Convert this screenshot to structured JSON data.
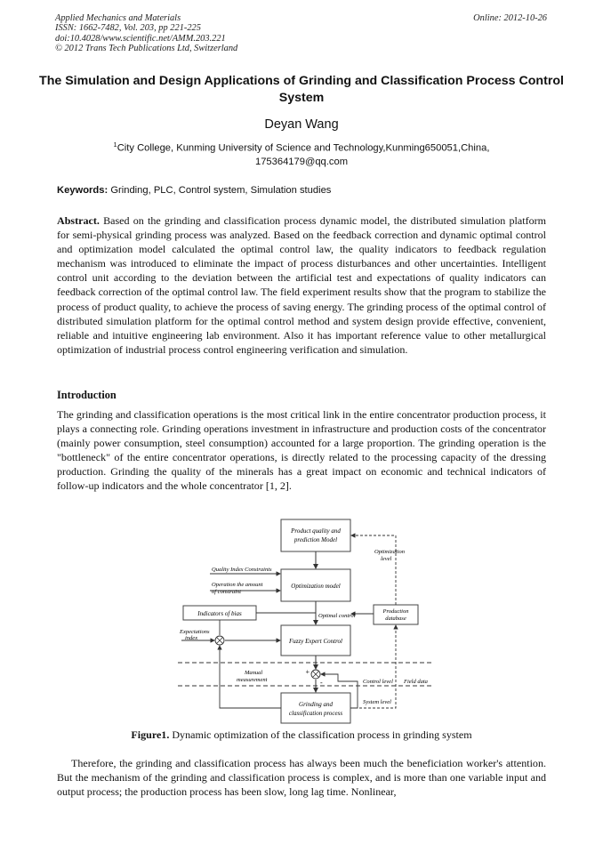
{
  "header": {
    "journal": "Applied Mechanics and Materials",
    "issn": "ISSN: 1662-7482, Vol. 203, pp 221-225",
    "doi": "doi:10.4028/www.scientific.net/AMM.203.221",
    "copyright": "© 2012 Trans Tech Publications Ltd, Switzerland",
    "online": "Online: 2012-10-26"
  },
  "paper": {
    "title": "The Simulation and Design Applications of Grinding and Classification Process Control System",
    "author": "Deyan Wang",
    "affil_sup": "1",
    "affiliation": "City College, Kunming University of  Science and Technology,Kunming650051,China,",
    "email": "175364179@qq.com",
    "keywords_label": "Keywords:",
    "keywords": "Grinding, PLC, Control system, Simulation studies",
    "abstract_label": "Abstract.",
    "abstract": "Based on the grinding and classification process dynamic model, the distributed simulation platform for semi-physical grinding process was analyzed. Based on the feedback correction and dynamic optimal control and optimization model calculated the optimal control law, the quality indicators to feedback regulation mechanism was introduced to eliminate the impact of process disturbances and other uncertainties. Intelligent control unit according to the deviation between the artificial test and expectations of quality indicators can feedback correction of the optimal control law. The field experiment results show that the program to stabilize the process of product quality, to achieve the process of saving energy. The grinding process of the optimal control of distributed simulation platform for the optimal control method and system design provide effective, convenient, reliable and intuitive engineering lab environment. Also it has important reference value to other metallurgical optimization of industrial process control engineering verification and simulation.",
    "intro_heading": "Introduction",
    "intro": "The grinding and classification operations is the most critical link in the entire concentrator production process, it plays a connecting role. Grinding operations investment in infrastructure and production costs of the concentrator (mainly power consumption, steel consumption) accounted for a large proportion. The grinding operation is the \"bottleneck\" of the entire concentrator operations, is directly related to the processing capacity of the dressing production. Grinding the quality of the minerals has a great impact on economic and technical indicators of follow-up indicators and the whole concentrator [1, 2].",
    "figure_label": "Figure1.",
    "figure_caption": "Dynamic optimization of the classification process in grinding system",
    "last_para": "Therefore, the grinding and classification process has always been much the beneficiation worker's attention. But the mechanism of the grinding and classification process is complex, and is more than one variable input and output process; the production process has been slow, long lag time. Nonlinear,"
  },
  "figure": {
    "box_product": [
      "Product quality and",
      "prediction Model"
    ],
    "box_optimization": "Optimization model",
    "box_indicators": "Indicators of bias",
    "box_fuzzy": "Fuzzy Expert Control",
    "box_production": [
      "Production",
      "database"
    ],
    "box_grinding": [
      "Grinding and",
      "classification process"
    ],
    "label_quality_constraints": "Quality Index Constraints",
    "label_operation": [
      "Operation the amount",
      "of constraint"
    ],
    "label_expectations": [
      "Expectations",
      "index"
    ],
    "label_optimal_control": "Optimal control",
    "label_optimization_level": [
      "Optimization",
      "level"
    ],
    "label_manual": [
      "Manual",
      "measurement"
    ],
    "label_control_level": "Control level",
    "label_field_data": "Field data",
    "label_system_level": "System level",
    "sign_plus": "+",
    "sign_minus": "-"
  }
}
